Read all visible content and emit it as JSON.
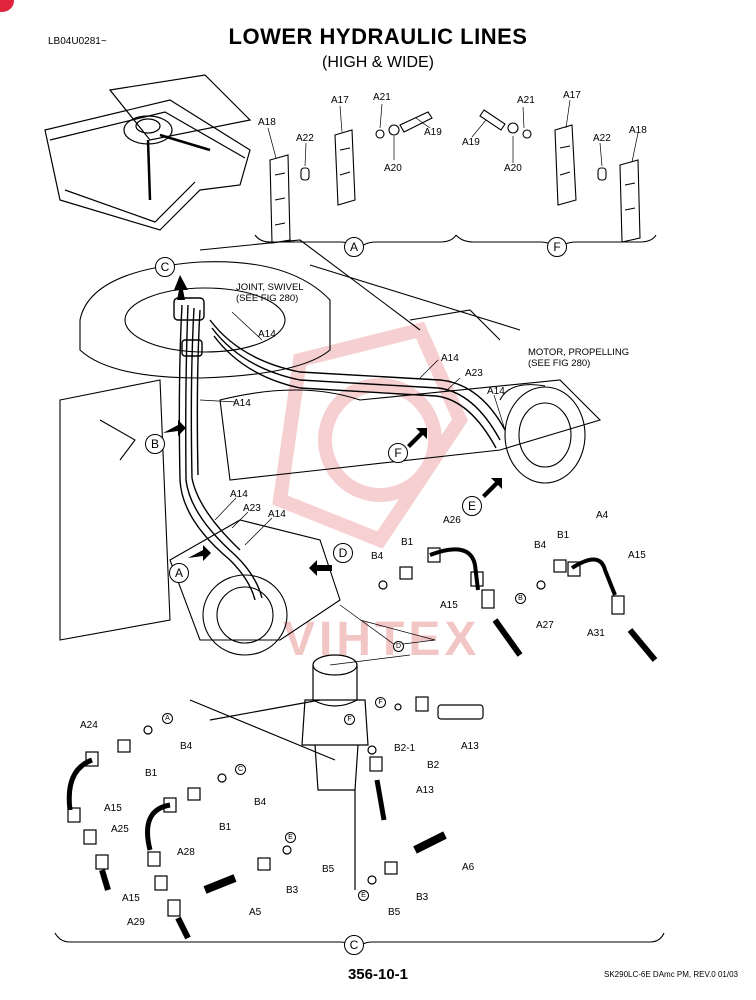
{
  "header": {
    "doc_id": "LB04U0281~",
    "title": "LOWER HYDRAULIC LINES",
    "subtitle": "(HIGH & WIDE)"
  },
  "notes": {
    "joint": "JOINT, SWIVEL\n(SEE FIG 280)",
    "motor": "MOTOR, PROPELLING\n(SEE FIG 280)"
  },
  "callouts": {
    "A": "A",
    "B": "B",
    "C": "C",
    "D": "D",
    "E": "E",
    "F": "F"
  },
  "parts_top": {
    "left": [
      "A18",
      "A17",
      "A21",
      "A22",
      "A19",
      "A20"
    ],
    "right": [
      "A19",
      "A21",
      "A17",
      "A20",
      "A22",
      "A18"
    ]
  },
  "parts_main": {
    "a14": [
      "A14",
      "A14",
      "A14",
      "A14",
      "A14",
      "A14"
    ],
    "a23": [
      "A23",
      "A23"
    ]
  },
  "parts_right": [
    "B4",
    "B1",
    "A26",
    "A15",
    "A27",
    "B4",
    "B1",
    "A4",
    "A15",
    "A31"
  ],
  "parts_center": [
    "B2-1",
    "A13",
    "B2",
    "A13"
  ],
  "parts_bottom": [
    "A24",
    "B1",
    "B4",
    "A15",
    "A25",
    "B4",
    "B1",
    "A28",
    "B3",
    "B5",
    "A15",
    "A29",
    "A5",
    "A6",
    "B3",
    "B5"
  ],
  "watermark": "VIHTEX",
  "page_number": "356-10-1",
  "footer": "SK290LC-6E DAmc PM, REV.0 01/03",
  "colors": {
    "watermark": "#f3c6c6",
    "badge": "#e0243c"
  }
}
